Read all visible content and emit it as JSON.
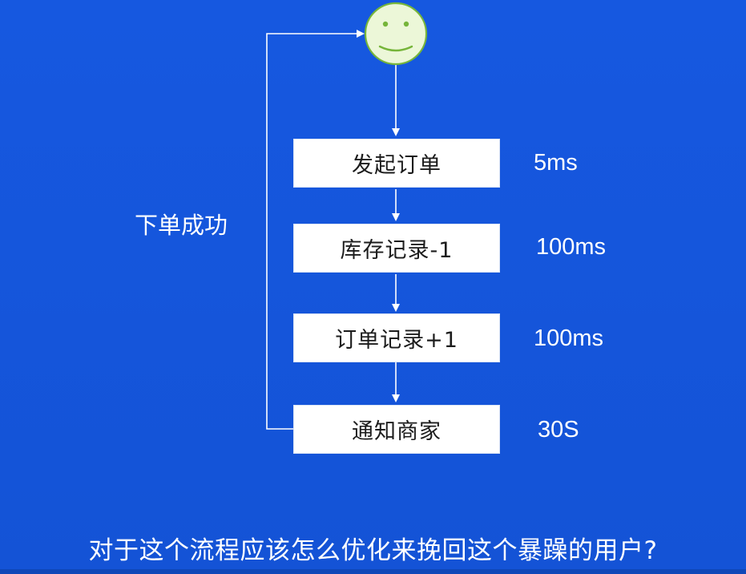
{
  "diagram": {
    "steps": [
      {
        "label": "发起订单",
        "time": "5ms"
      },
      {
        "label": "库存记录-1",
        "time": "100ms"
      },
      {
        "label": "订单记录+1",
        "time": "100ms"
      },
      {
        "label": "通知商家",
        "time": "30S"
      }
    ],
    "loop_label": "下单成功",
    "user_icon": "smiley-face-icon"
  },
  "question": "对于这个流程应该怎么优化来挽回这个暴躁的用户?",
  "colors": {
    "background": "#1558d6",
    "box_fill": "#ffffff",
    "line": "#ffffff",
    "face_fill": "#ecf7d8",
    "face_stroke": "#76b53a"
  }
}
